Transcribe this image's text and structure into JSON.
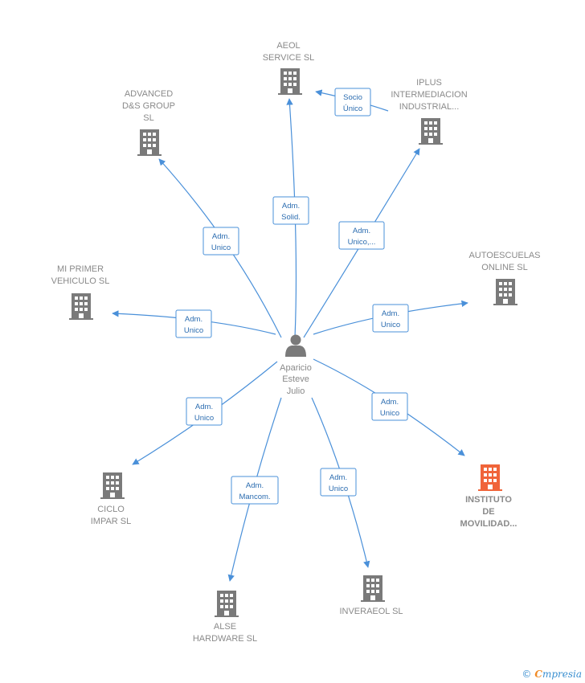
{
  "center": {
    "name_lines": [
      "Aparicio",
      "Esteve",
      "Julio"
    ]
  },
  "companies": [
    {
      "id": "aeol",
      "lines": [
        "AEOL",
        "SERVICE SL"
      ],
      "highlight": false
    },
    {
      "id": "advanced",
      "lines": [
        "ADVANCED",
        "D&S GROUP",
        "SL"
      ],
      "highlight": false
    },
    {
      "id": "iplus",
      "lines": [
        "IPLUS",
        "INTERMEDIACION",
        "INDUSTRIAL..."
      ],
      "highlight": false
    },
    {
      "id": "autoescuelas",
      "lines": [
        "AUTOESCUELAS",
        "ONLINE  SL"
      ],
      "highlight": false
    },
    {
      "id": "miprimer",
      "lines": [
        "MI PRIMER",
        "VEHICULO  SL"
      ],
      "highlight": false
    },
    {
      "id": "ciclo",
      "lines": [
        "CICLO",
        "IMPAR SL"
      ],
      "highlight": false
    },
    {
      "id": "instituto",
      "lines": [
        "INSTITUTO",
        "DE",
        "MOVILIDAD..."
      ],
      "highlight": true
    },
    {
      "id": "alse",
      "lines": [
        "ALSE",
        "HARDWARE SL"
      ],
      "highlight": false
    },
    {
      "id": "inveraeol",
      "lines": [
        "INVERAEOL  SL"
      ],
      "highlight": false
    }
  ],
  "relations": [
    {
      "id": "r-aeol",
      "lines": [
        "Adm.",
        "Solid."
      ]
    },
    {
      "id": "r-advanced",
      "lines": [
        "Adm.",
        "Unico"
      ]
    },
    {
      "id": "r-iplus",
      "lines": [
        "Adm.",
        "Unico,..."
      ]
    },
    {
      "id": "r-socio",
      "lines": [
        "Socio",
        "Único"
      ]
    },
    {
      "id": "r-autoescuelas",
      "lines": [
        "Adm.",
        "Unico"
      ]
    },
    {
      "id": "r-miprimer",
      "lines": [
        "Adm.",
        "Unico"
      ]
    },
    {
      "id": "r-ciclo",
      "lines": [
        "Adm.",
        "Unico"
      ]
    },
    {
      "id": "r-instituto",
      "lines": [
        "Adm.",
        "Unico"
      ]
    },
    {
      "id": "r-alse",
      "lines": [
        "Adm.",
        "Mancom."
      ]
    },
    {
      "id": "r-inveraeol",
      "lines": [
        "Adm.",
        "Unico"
      ]
    }
  ],
  "colors": {
    "edge": "#4a90d9",
    "building": "#7a7a7a",
    "building_highlight": "#f0643a",
    "person": "#7a7a7a"
  },
  "footer": {
    "copyright": "©",
    "brand_initial": "C",
    "brand_rest": "mpresia"
  }
}
